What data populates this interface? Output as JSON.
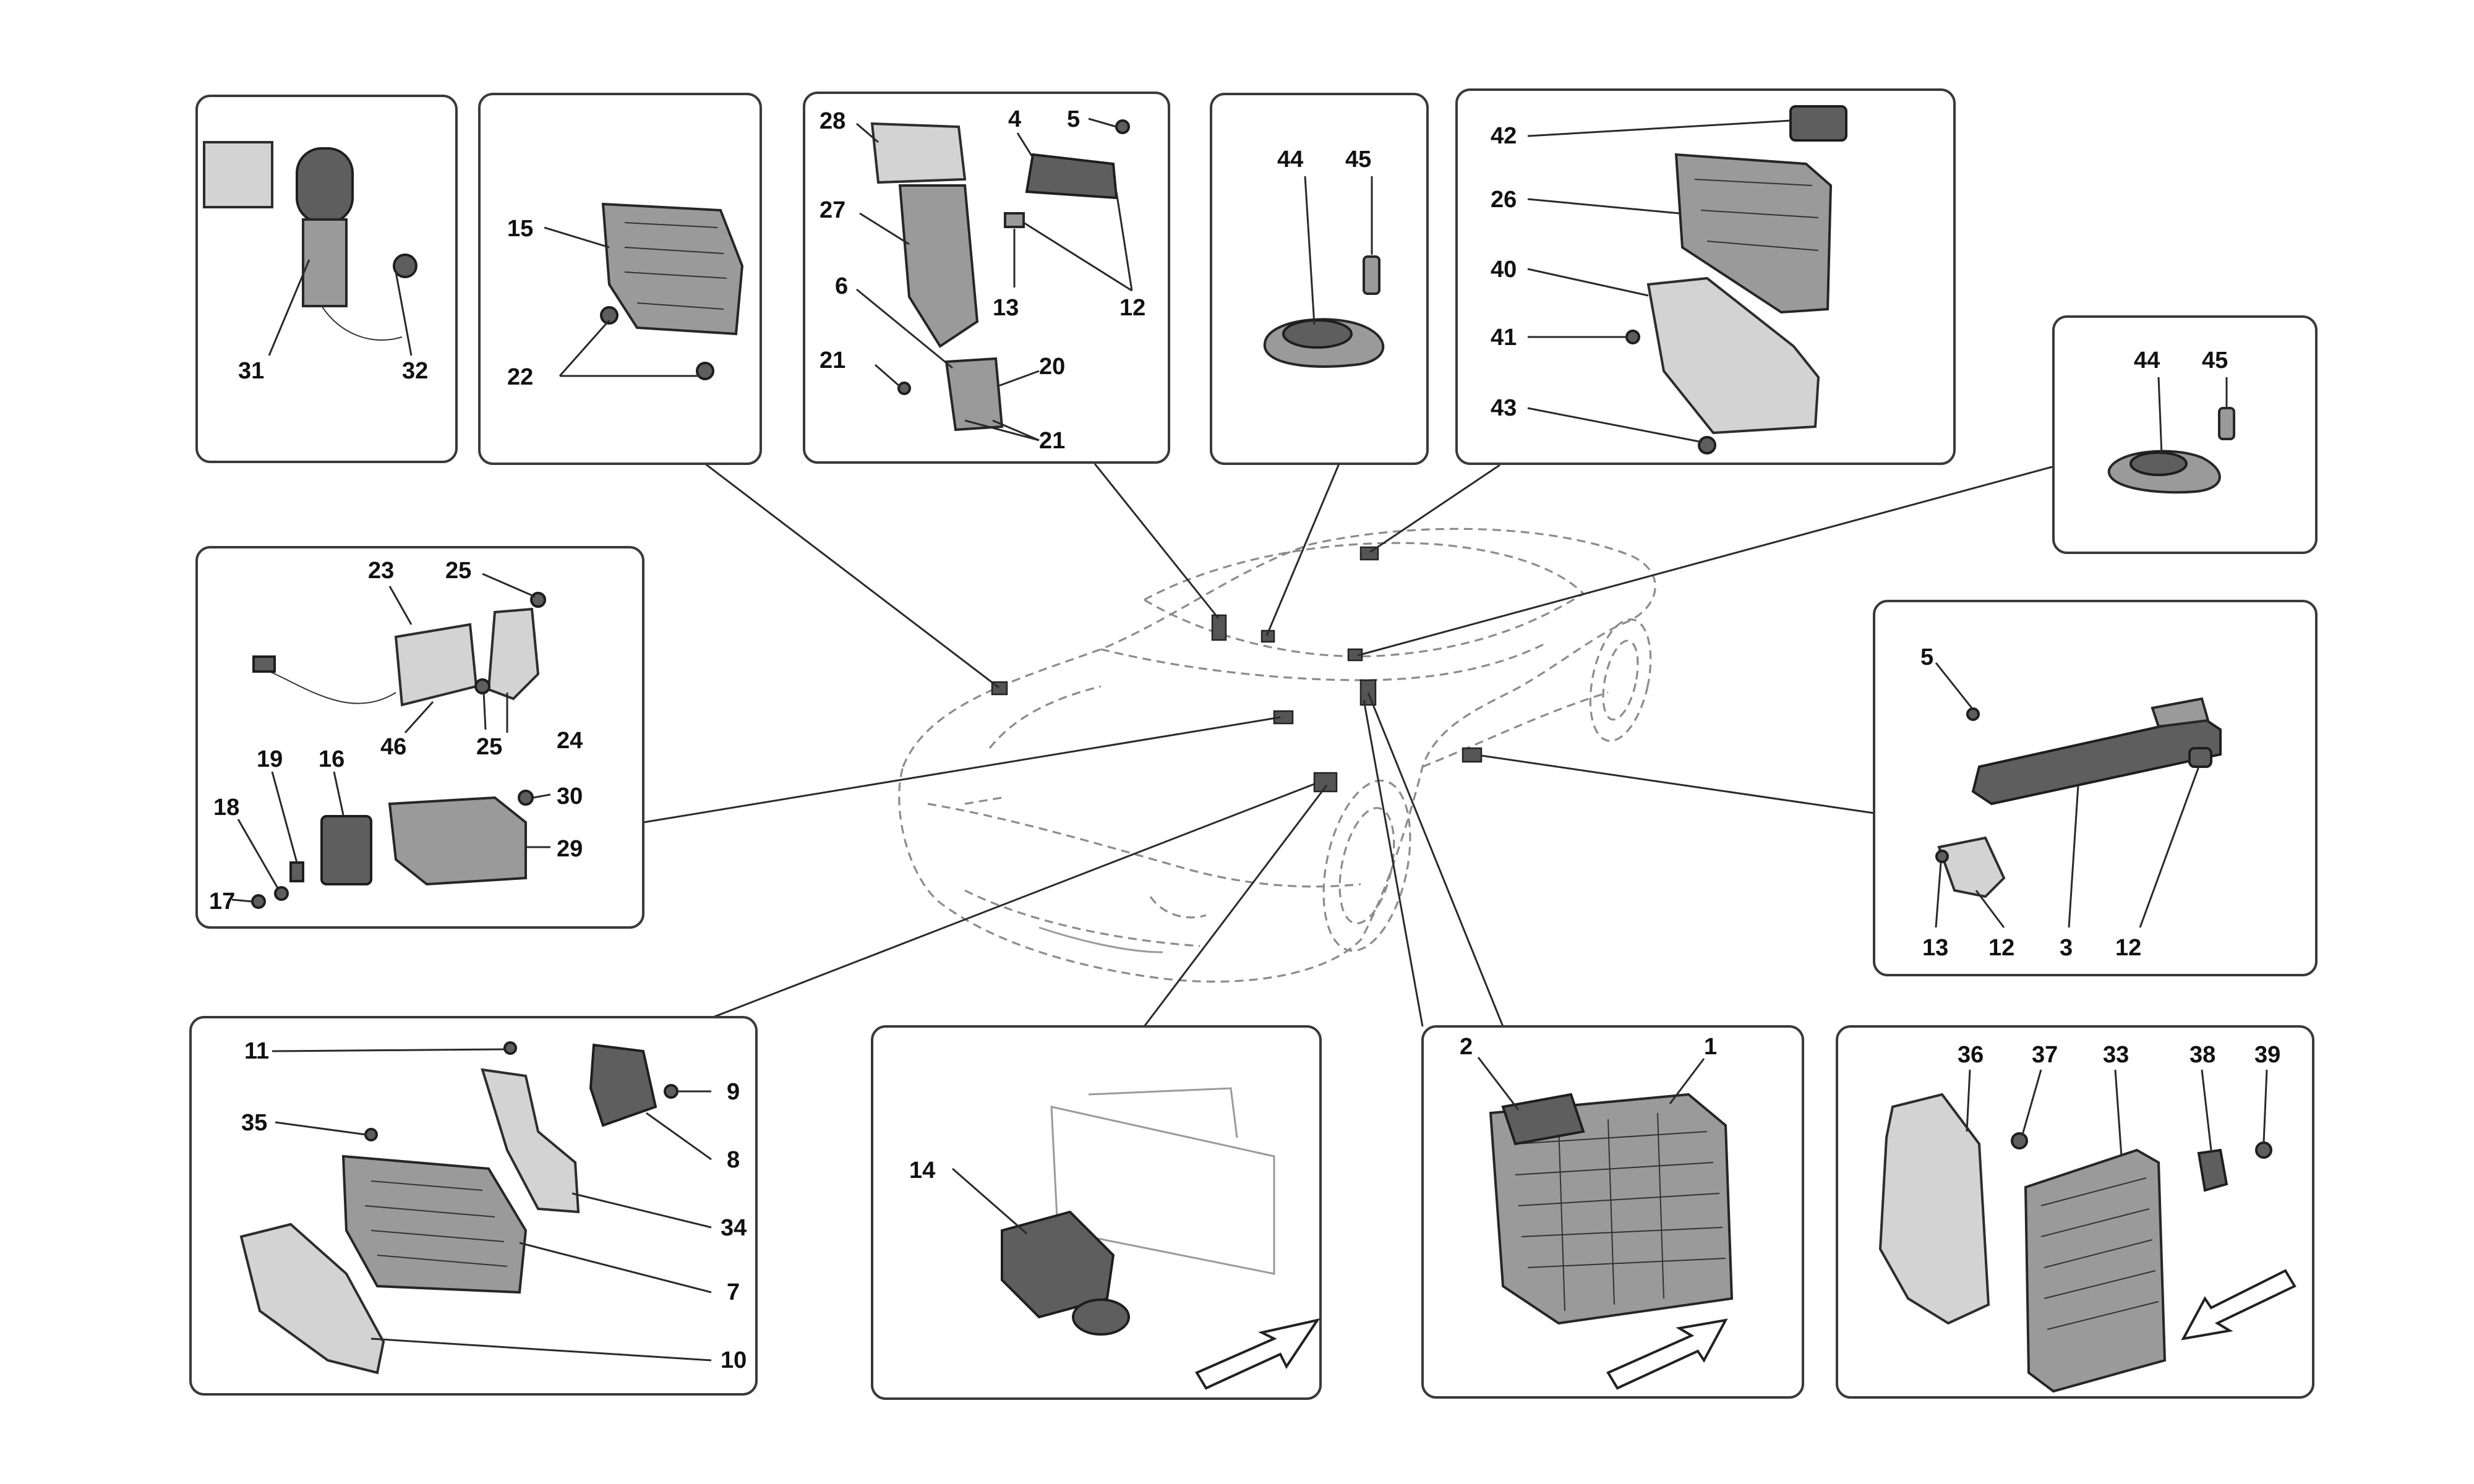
{
  "diagram": {
    "callouts": {
      "p1_31": "31",
      "p1_32": "32",
      "p2_15": "15",
      "p2_22": "22",
      "p3_28": "28",
      "p3_4": "4",
      "p3_5": "5",
      "p3_27": "27",
      "p3_6": "6",
      "p3_13": "13",
      "p3_12": "12",
      "p3_21a": "21",
      "p3_20": "20",
      "p3_21b": "21",
      "p4_44": "44",
      "p4_45": "45",
      "p5_42": "42",
      "p5_26": "26",
      "p5_40": "40",
      "p5_41": "41",
      "p5_43": "43",
      "p6_44": "44",
      "p6_45": "45",
      "p7_23": "23",
      "p7_25a": "25",
      "p7_25b": "25",
      "p7_24": "24",
      "p7_46": "46",
      "p7_19": "19",
      "p7_16": "16",
      "p7_18": "18",
      "p7_30": "30",
      "p7_29": "29",
      "p7_17": "17",
      "p8_5": "5",
      "p8_13": "13",
      "p8_12a": "12",
      "p8_3": "3",
      "p8_12b": "12",
      "p9_11": "11",
      "p9_9": "9",
      "p9_35": "35",
      "p9_8": "8",
      "p9_34": "34",
      "p9_7": "7",
      "p9_10": "10",
      "p10_14": "14",
      "p11_2": "2",
      "p11_1": "1",
      "p12_36": "36",
      "p12_37": "37",
      "p12_33": "33",
      "p12_38": "38",
      "p12_39": "39"
    },
    "colors": {
      "frame": "#3a3a3a",
      "car": "#8c8c8c",
      "part": "#9a9a9a",
      "ink": "#111111"
    }
  }
}
